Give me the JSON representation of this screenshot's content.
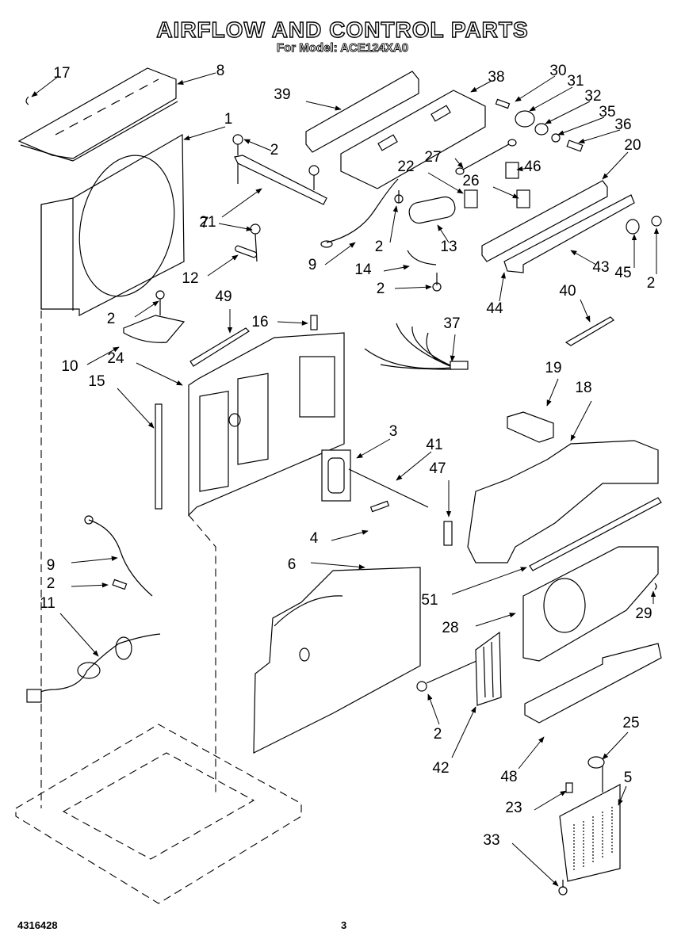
{
  "header": {
    "title": "AIRFLOW AND CONTROL PARTS",
    "subtitle": "For Model: ACE124XA0"
  },
  "footer": {
    "document_code": "4316428",
    "page_number": "3"
  },
  "callouts": [
    {
      "label": "17"
    },
    {
      "label": "8"
    },
    {
      "label": "1"
    },
    {
      "label": "2"
    },
    {
      "label": "21"
    },
    {
      "label": "7"
    },
    {
      "label": "12"
    },
    {
      "label": "39"
    },
    {
      "label": "38"
    },
    {
      "label": "30"
    },
    {
      "label": "31"
    },
    {
      "label": "32"
    },
    {
      "label": "35"
    },
    {
      "label": "36"
    },
    {
      "label": "20"
    },
    {
      "label": "27"
    },
    {
      "label": "46"
    },
    {
      "label": "22"
    },
    {
      "label": "26"
    },
    {
      "label": "2"
    },
    {
      "label": "13"
    },
    {
      "label": "9"
    },
    {
      "label": "14"
    },
    {
      "label": "2"
    },
    {
      "label": "43"
    },
    {
      "label": "45"
    },
    {
      "label": "2"
    },
    {
      "label": "44"
    },
    {
      "label": "40"
    },
    {
      "label": "2"
    },
    {
      "label": "49"
    },
    {
      "label": "16"
    },
    {
      "label": "37"
    },
    {
      "label": "10"
    },
    {
      "label": "24"
    },
    {
      "label": "15"
    },
    {
      "label": "19"
    },
    {
      "label": "18"
    },
    {
      "label": "3"
    },
    {
      "label": "41"
    },
    {
      "label": "47"
    },
    {
      "label": "4"
    },
    {
      "label": "9"
    },
    {
      "label": "2"
    },
    {
      "label": "11"
    },
    {
      "label": "6"
    },
    {
      "label": "51"
    },
    {
      "label": "28"
    },
    {
      "label": "29"
    },
    {
      "label": "2"
    },
    {
      "label": "42"
    },
    {
      "label": "48"
    },
    {
      "label": "25"
    },
    {
      "label": "5"
    },
    {
      "label": "23"
    },
    {
      "label": "33"
    }
  ]
}
